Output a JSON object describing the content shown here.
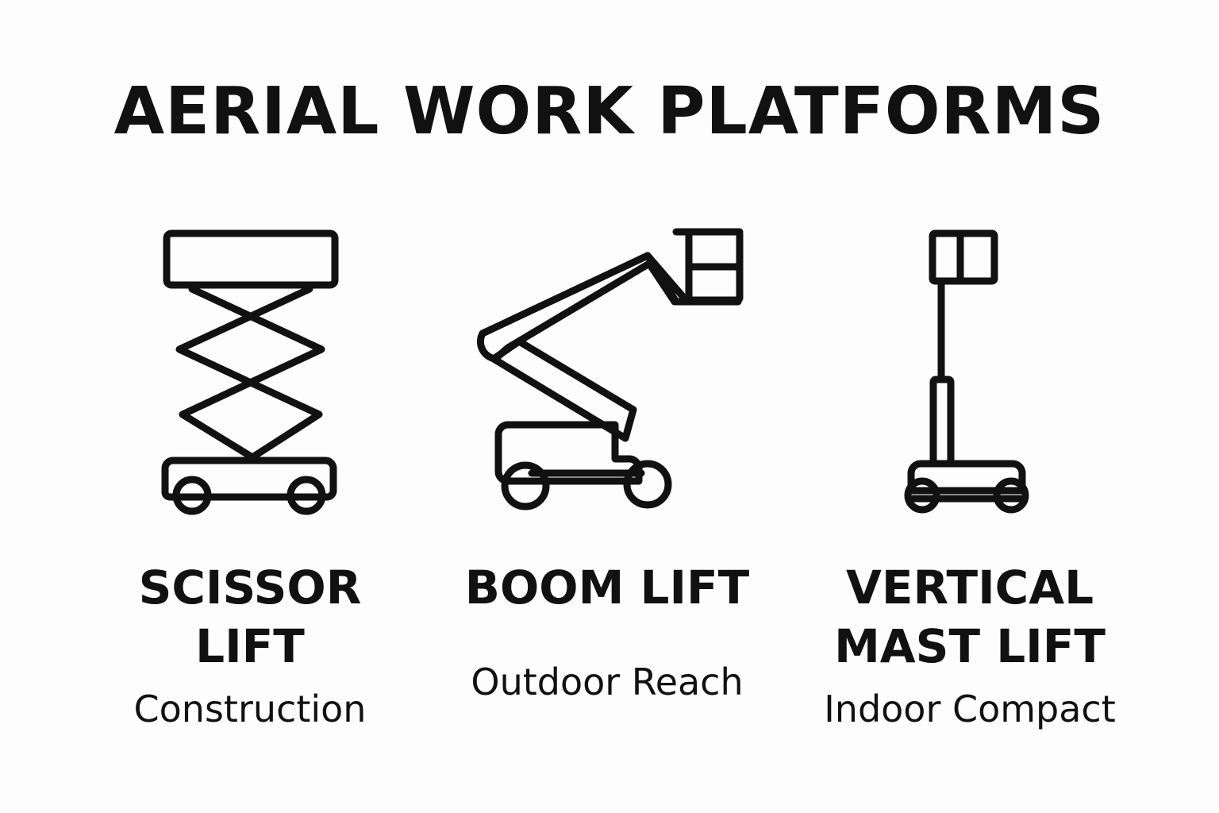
{
  "title": "AERIAL WORK PLATFORMS",
  "items": [
    {
      "icon": "scissor-lift-icon",
      "name_line1": "SCISSOR",
      "name_line2": "LIFT",
      "use": "Construction"
    },
    {
      "icon": "boom-lift-icon",
      "name_line1": "BOOM LIFT",
      "use": "Outdoor Reach"
    },
    {
      "icon": "vertical-mast-lift-icon",
      "name_line1": "VERTICAL",
      "name_line2": "MAST LIFT",
      "use": "Indoor Compact"
    }
  ],
  "colors": {
    "ink": "#111111",
    "background": "#fdfdfd"
  }
}
